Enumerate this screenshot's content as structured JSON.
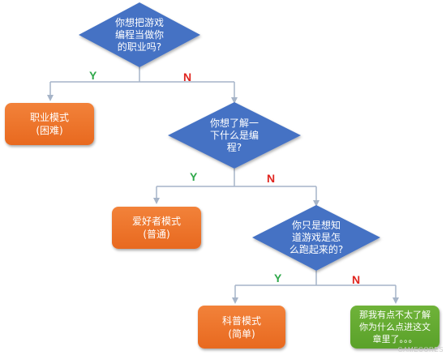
{
  "colors": {
    "diamond": "#4472c4",
    "terminal_orange": "#ed7424",
    "terminal_green": "#63a832",
    "connector": "#a6b4c8",
    "yes": "#2fa84a",
    "no": "#e0251f"
  },
  "decisions": [
    {
      "lines": [
        "你想把游戏",
        "编程当做你",
        "的职业吗?"
      ]
    },
    {
      "lines": [
        "你想了解一",
        "下什么是编",
        "程?"
      ]
    },
    {
      "lines": [
        "你只是想知",
        "道游戏是怎",
        "么跑起来的?"
      ]
    }
  ],
  "outcomes": [
    {
      "title": "职业模式",
      "sub": "(困难)"
    },
    {
      "title": "爱好者模式",
      "sub": "(普通)"
    },
    {
      "title": "科普模式",
      "sub": "(简单)"
    },
    {
      "lines": [
        "那我有点不太了解",
        "你为什么点进这文",
        "章里了。。。"
      ]
    }
  ],
  "branch_labels": {
    "yes": "Y",
    "no": "N"
  },
  "watermark": "GAMECORES"
}
